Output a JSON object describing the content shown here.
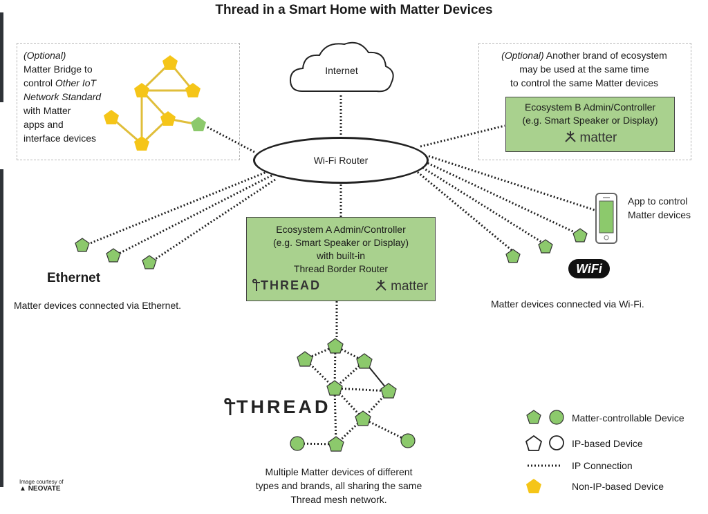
{
  "title": "Thread in a Smart Home with Matter Devices",
  "colors": {
    "matter_device": "#8cc96c",
    "non_ip_device": "#f5c518",
    "controller_box": "#a9d18e",
    "bridge_line": "#e0be3a"
  },
  "internet_label": "Internet",
  "router_label": "Wi-Fi Router",
  "bridge_note": {
    "line1": "(Optional)",
    "line2": "Matter Bridge to",
    "line3_prefix": "control ",
    "line3_italic": "Other IoT",
    "line4": "Network Standard",
    "line5": "with Matter",
    "line6": "apps and",
    "line7": "interface devices"
  },
  "ecosystem_b_note": {
    "italic": "(Optional)",
    "line1_rest": " Another brand of ecosystem",
    "line2": "may be used at the same time",
    "line3": "to control the same Matter devices"
  },
  "ecosystem_b": {
    "line1": "Ecosystem B Admin/Controller",
    "line2": "(e.g. Smart Speaker or Display)",
    "matter_word": "matter"
  },
  "ecosystem_a": {
    "line1": "Ecosystem A Admin/Controller",
    "line2": "(e.g. Smart Speaker or Display)",
    "line3": "with built-in",
    "line4": "Thread Border Router",
    "thread_word": "THREAD",
    "matter_word": "matter"
  },
  "ethernet": {
    "heading": "Ethernet",
    "caption": "Matter devices connected via Ethernet."
  },
  "wifi": {
    "logo_word": "WiFi",
    "caption": "Matter devices connected via Wi-Fi."
  },
  "app_note": {
    "line1": "App to control",
    "line2": "Matter devices"
  },
  "thread_mesh": {
    "logo_word": "THREAD",
    "caption_line1": "Multiple Matter devices of different",
    "caption_line2": "types and brands, all sharing the same",
    "caption_line3": "Thread mesh network."
  },
  "legend": [
    {
      "label": "Matter-controllable Device"
    },
    {
      "label": "IP-based Device"
    },
    {
      "label": "IP Connection"
    },
    {
      "label": "Non-IP-based Device"
    }
  ],
  "credit": {
    "line1": "Image courtesy of",
    "line2": "NEOVATE"
  }
}
